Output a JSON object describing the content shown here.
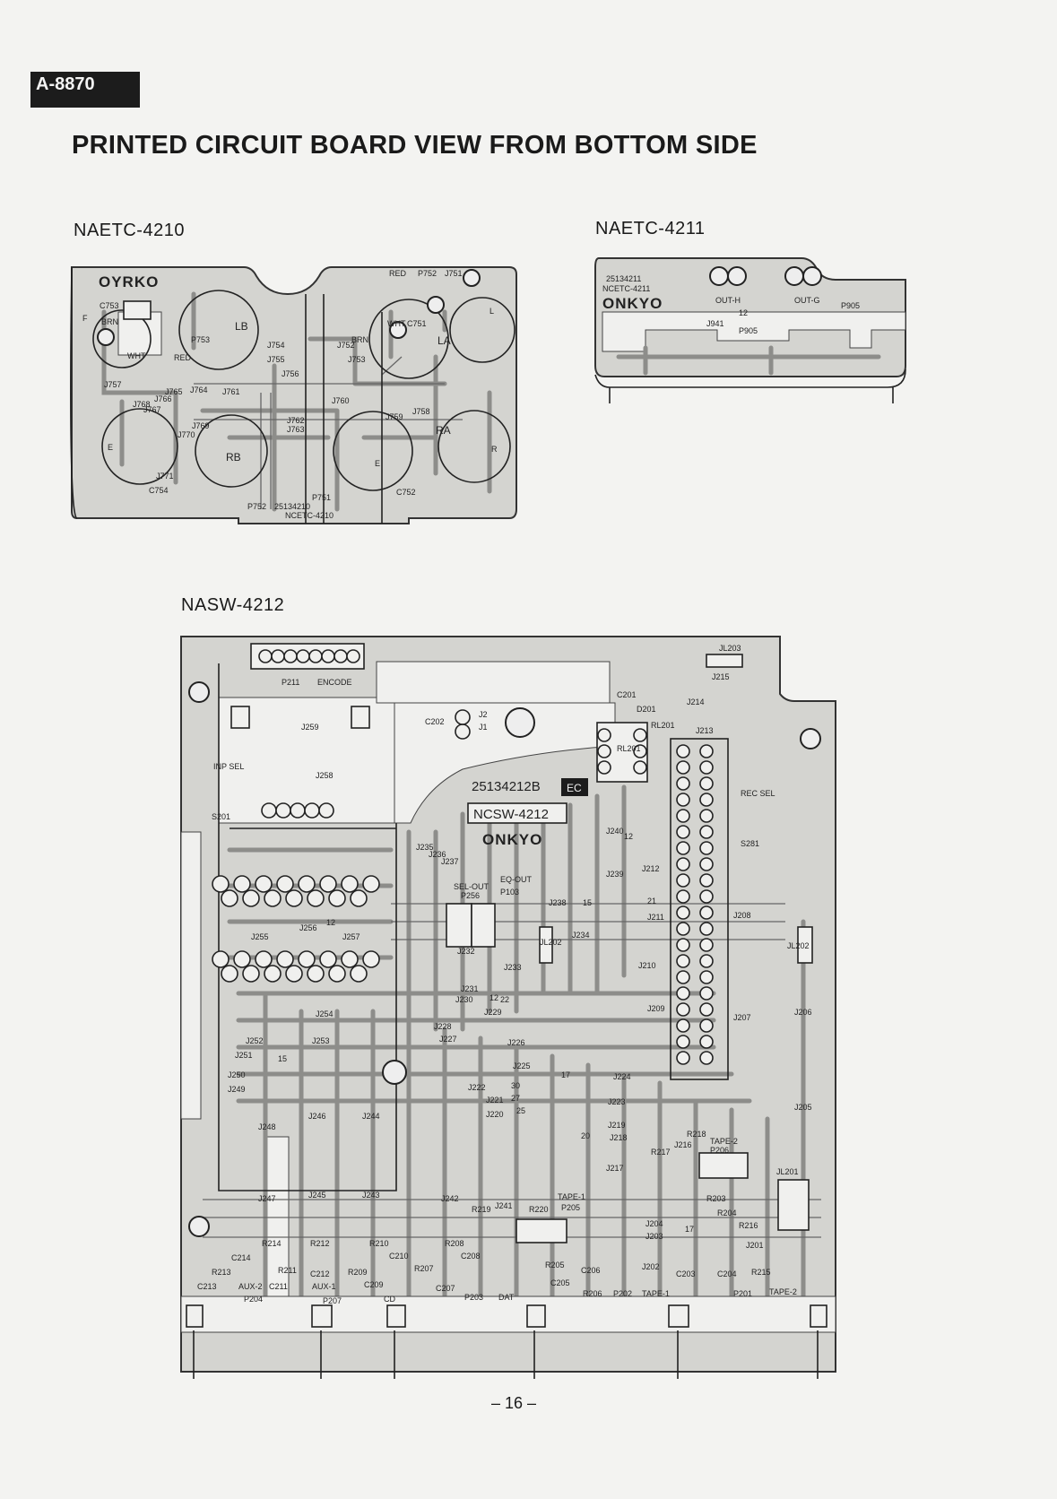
{
  "header": {
    "model": "A-8870",
    "title": "PRINTED CIRCUIT BOARD VIEW FROM BOTTOM SIDE"
  },
  "boards": {
    "naetc4210": {
      "name": "NAETC-4210",
      "labels": {
        "logo": "OYRKO",
        "c753": "C753",
        "brn": "BRN",
        "wht": "WHT",
        "red": "RED",
        "j757": "J757",
        "j768": "J768",
        "j767": "J767",
        "j766": "J766",
        "j765": "J765",
        "j764": "J764",
        "p753": "P753",
        "lb": "LB",
        "j754": "J754",
        "j755": "J755",
        "j756": "J756",
        "j761": "J761",
        "j762": "J762",
        "j763": "J763",
        "j769": "J769",
        "j770": "J770",
        "j771": "J771",
        "c754": "C754",
        "rb": "RB",
        "p752a": "P752",
        "pcb_no": "25134210",
        "pcb_name": "NCETC-4210",
        "p751": "P751",
        "e_left": "E",
        "e_right": "E",
        "c752": "C752",
        "j760": "J760",
        "j759": "J759",
        "j758": "J758",
        "ra": "RA",
        "r": "R",
        "red2": "RED",
        "p752b": "P752",
        "j751": "J751",
        "wht2": "WHT",
        "c751": "C751",
        "brn2": "BRN",
        "j752": "J752",
        "j753": "J753",
        "la": "LA",
        "l": "L",
        "f": "F"
      }
    },
    "naetc4211": {
      "name": "NAETC-4211",
      "labels": {
        "pcb_no": "25134211",
        "pcb_name": "NCETC-4211",
        "logo": "ONKYO",
        "out_h": "OUT-H",
        "out_g": "OUT-G",
        "p905a": "P905",
        "p905b": "P905",
        "j941": "J941",
        "twelve": "12"
      }
    },
    "nasw4212": {
      "name": "NASW-4212",
      "labels": {
        "p211": "P211",
        "encode": "ENCODE",
        "jl203": "JL203",
        "j215": "J215",
        "c201": "C201",
        "d201": "D201",
        "j214": "J214",
        "j213": "J213",
        "c202": "C202",
        "j2": "J2",
        "j1": "J1",
        "j259": "J259",
        "j258": "J258",
        "inp_sel": "INP SEL",
        "s201": "S201",
        "pcb_no": "25134212B",
        "ec": "EC",
        "pcb_name": "NCSW-4212",
        "logo": "ONKYO",
        "rl201": "RL201",
        "rl201b": "RL201",
        "rec_sel": "REC SEL",
        "s281": "S281",
        "j240": "J240",
        "j239": "J239",
        "j238": "J238",
        "j237": "J237",
        "j236": "J236",
        "j235": "J235",
        "sel_out": "SEL-OUT",
        "eq_out": "EQ-OUT",
        "p256": "P256",
        "p103": "P103",
        "j212": "J212",
        "j211": "J211",
        "j210": "J210",
        "j209": "J209",
        "j208": "J208",
        "j207": "J207",
        "j206": "J206",
        "j205": "J205",
        "jl202a": "JL202",
        "jl202b": "JL202",
        "j234": "J234",
        "j233": "J233",
        "j232": "J232",
        "j231": "J231",
        "j230": "J230",
        "j229": "J229",
        "j228": "J228",
        "j227": "J227",
        "j226": "J226",
        "j225": "J225",
        "j224": "J224",
        "j223": "J223",
        "j222": "J222",
        "j221": "J221",
        "j220": "J220",
        "j219": "J219",
        "j218": "J218",
        "j217": "J217",
        "j216": "J216",
        "j255": "J255",
        "j256": "J256",
        "j257": "J257",
        "j254": "J254",
        "j253": "J253",
        "j252": "J252",
        "j251": "J251",
        "j250": "J250",
        "j249": "J249",
        "j248": "J248",
        "j247": "J247",
        "j246": "J246",
        "j245": "J245",
        "j244": "J244",
        "j243": "J243",
        "j242": "J242",
        "j241": "J241",
        "r217": "R217",
        "r218": "R218",
        "tape2": "TAPE-2",
        "p206": "P206",
        "jl201": "JL201",
        "r203": "R203",
        "r204": "R204",
        "r216": "R216",
        "j201": "J201",
        "r215": "R215",
        "j204": "J204",
        "j203": "J203",
        "j202": "J202",
        "tape1": "TAPE-1",
        "p205": "P205",
        "r219": "R219",
        "r220": "R220",
        "r214": "R214",
        "r212": "R212",
        "r210": "R210",
        "r208": "R208",
        "c214": "C214",
        "c210": "C210",
        "c208": "C208",
        "r213": "R213",
        "r211": "R211",
        "c212": "C212",
        "r209": "R209",
        "r207": "R207",
        "r205": "R205",
        "c206": "C206",
        "c205": "C205",
        "c203": "C203",
        "c204": "C204",
        "c213": "C213",
        "aux2": "AUX-2",
        "c211": "C211",
        "aux1": "AUX-1",
        "c209": "C209",
        "c207": "C207",
        "p204": "P204",
        "p207": "P207",
        "cd": "CD",
        "p203": "P203",
        "dat": "DAT",
        "r206": "R206",
        "p202": "P202",
        "tape1b": "TAPE-1",
        "p201": "P201",
        "tape2b": "TAPE-2",
        "n12": "12",
        "n15": "15",
        "n17": "17",
        "n20": "20",
        "n21": "21",
        "n22": "22",
        "n25": "25",
        "n27": "27",
        "n30": "30"
      }
    }
  },
  "footer": {
    "page": "– 16 –"
  }
}
